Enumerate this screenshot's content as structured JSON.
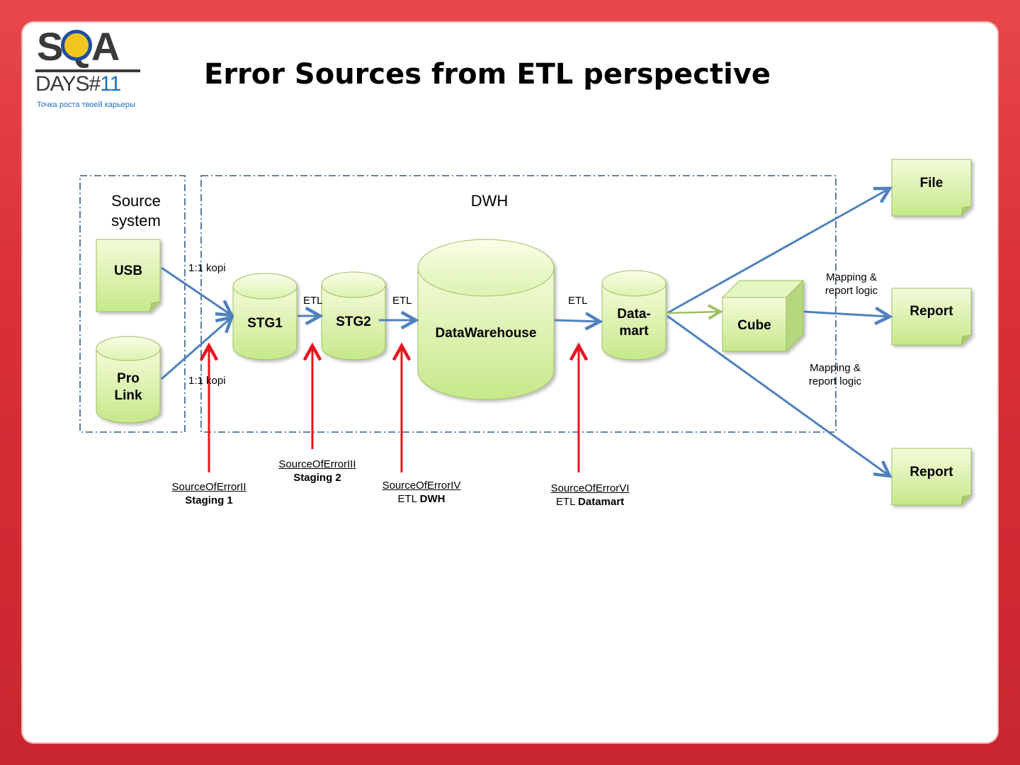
{
  "logo": {
    "top": "SQA",
    "bottom": "DAYS#",
    "number": "11",
    "tagline": "Точка роста твоей карьеры"
  },
  "title": "Error Sources from ETL perspective",
  "groups": {
    "source": {
      "label_line1": "Source",
      "label_line2": "system"
    },
    "dwh": {
      "label": "DWH"
    }
  },
  "nodes": {
    "usb": "USB",
    "prolink_line1": "Pro",
    "prolink_line2": "Link",
    "stg1": "STG1",
    "stg2": "STG2",
    "dwh": "DataWarehouse",
    "datamart_line1": "Data-",
    "datamart_line2": "mart",
    "cube": "Cube",
    "file": "File",
    "report1": "Report",
    "report2": "Report"
  },
  "edge_labels": {
    "kopi1": "1:1 kopi",
    "kopi2": "1:1 kopi",
    "etl1": "ETL",
    "etl2": "ETL",
    "etl3": "ETL",
    "mapping1_line1": "Mapping &",
    "mapping1_line2": "report logic",
    "mapping2_line1": "Mapping &",
    "mapping2_line2": "report logic"
  },
  "errors": [
    {
      "name": "SourceOfErrorII",
      "pre": "",
      "bold": "Staging 1"
    },
    {
      "name": "SourceOfErrorIII",
      "pre": "",
      "bold": "Staging 2"
    },
    {
      "name": "SourceOfErrorIV",
      "pre": "ETL ",
      "bold": "DWH"
    },
    {
      "name": "SourceOfErrorVI",
      "pre": "ETL ",
      "bold": "Datamart"
    }
  ],
  "colors": {
    "node_fill_top": "#f4fbd9",
    "node_fill_bottom": "#c6e88a",
    "node_stroke": "#9cc060",
    "flow_arrow": "#4f81bd",
    "error_arrow": "#e8141e",
    "boundary": "#2f5d8a"
  }
}
